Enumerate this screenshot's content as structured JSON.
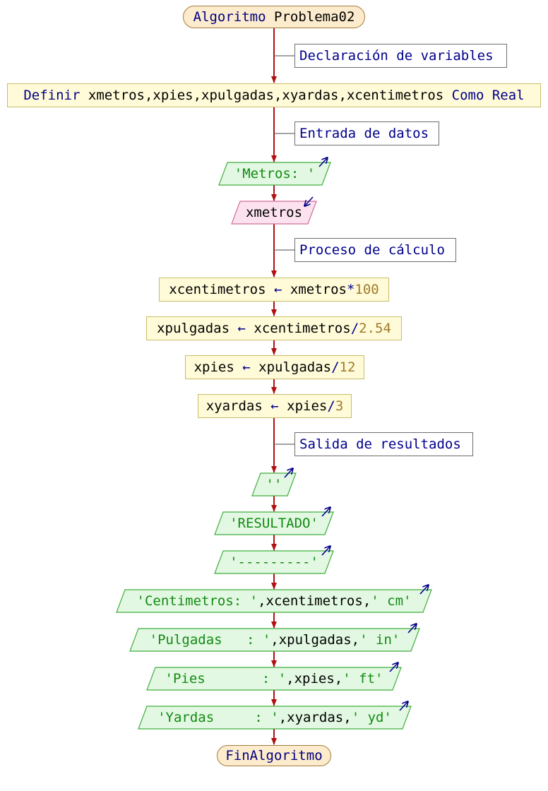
{
  "colors": {
    "flow_line": "#b01010",
    "keyword": "#00008b",
    "string": "#128a12",
    "number": "#a07a2c",
    "output_fill": "#e2f8e2",
    "output_border": "#3fae3f",
    "input_fill": "#fce2ef",
    "input_border": "#cf6c9b",
    "process_fill": "#fffbd8",
    "terminal_fill": "#fcebcc",
    "io_arrow": "#00008b"
  },
  "start": {
    "kw": "Algoritmo",
    "name": "Problema02"
  },
  "comments": {
    "declaration": "Declaración de variables",
    "input": "Entrada de datos",
    "process": "Proceso de cálculo",
    "output": "Salida de resultados"
  },
  "define": {
    "kw1": "Definir",
    "vars": "xmetros,xpies,xpulgadas,xyardas,xcentimetros",
    "kw2": "Como Real"
  },
  "read_prompt": {
    "str": "'Metros: '"
  },
  "read_var": {
    "var": "xmetros"
  },
  "assign_cm": {
    "lhs": "xcentimetros",
    "arrow": "←",
    "rhs": "xmetros",
    "op": "*",
    "num": "100"
  },
  "assign_in": {
    "lhs": "xpulgadas",
    "arrow": "←",
    "rhs": "xcentimetros",
    "op": "/",
    "num": "2.54"
  },
  "assign_ft": {
    "lhs": "xpies",
    "arrow": "←",
    "rhs": "xpulgadas",
    "op": "/",
    "num": "12"
  },
  "assign_yd": {
    "lhs": "xyardas",
    "arrow": "←",
    "rhs": "xpies",
    "op": "/",
    "num": "3"
  },
  "out_blank": {
    "str": "''"
  },
  "out_title": {
    "str": "'RESULTADO'"
  },
  "out_sep": {
    "str": "'---------'"
  },
  "out_cm": {
    "s1": "'Centimetros: '",
    "c1": ",",
    "var": "xcentimetros",
    "c2": ",",
    "s2": "' cm'"
  },
  "out_in": {
    "s1": "'Pulgadas   : '",
    "c1": ",",
    "var": "xpulgadas",
    "c2": ",",
    "s2": "' in'"
  },
  "out_ft": {
    "s1": "'Pies       : '",
    "c1": ",",
    "var": "xpies",
    "c2": ",",
    "s2": "' ft'"
  },
  "out_yd": {
    "s1": "'Yardas     : '",
    "c1": ",",
    "var": "xyardas",
    "c2": ",",
    "s2": "' yd'"
  },
  "end": {
    "kw": "FinAlgoritmo"
  }
}
